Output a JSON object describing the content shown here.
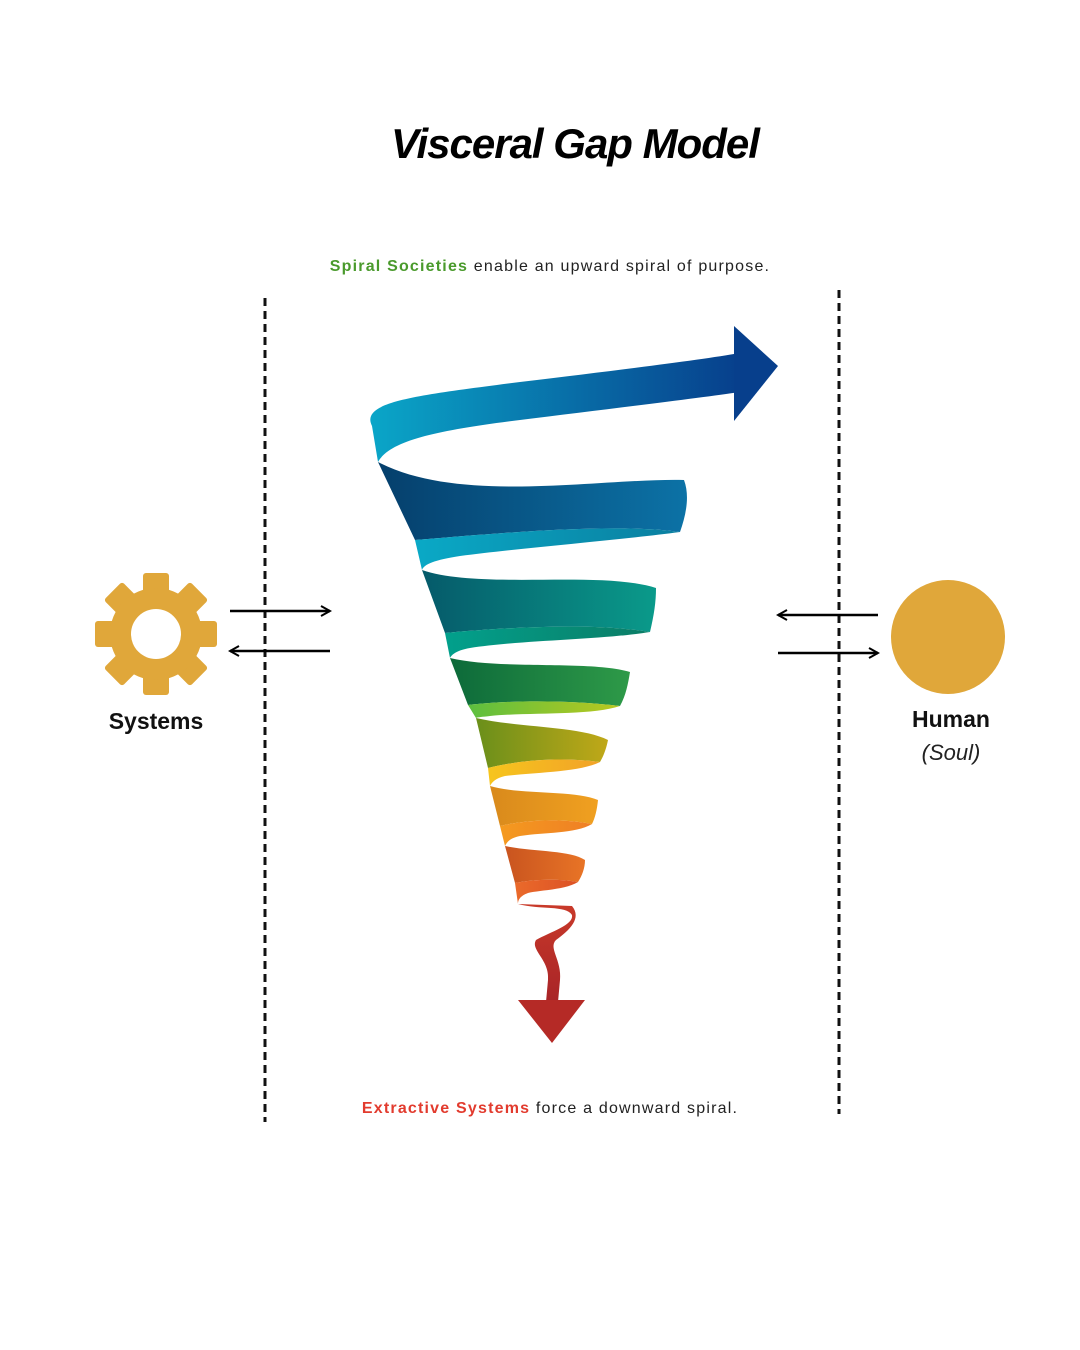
{
  "title": "Visceral Gap Model",
  "captions": {
    "top_highlight": "Spiral Societies",
    "top_rest": " enable an upward spiral of purpose.",
    "bottom_highlight": "Extractive Systems",
    "bottom_rest": " force a downward spiral."
  },
  "left_node": {
    "label": "Systems",
    "icon": "gear-icon"
  },
  "right_node": {
    "label": "Human",
    "sublabel": "(Soul)",
    "icon": "circle-icon"
  },
  "colors": {
    "node": "#e0a73a",
    "upward": "#4a9a2c",
    "downward": "#e23b2e",
    "spiral_top": "#0a4f96",
    "spiral_bottom": "#b52a26"
  }
}
